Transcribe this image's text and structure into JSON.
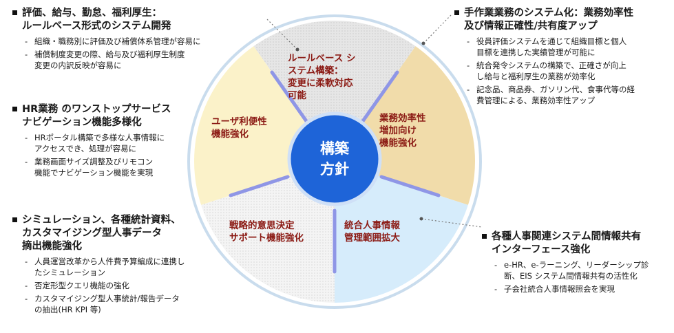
{
  "colors": {
    "top_segment": "#e3e3e3",
    "top_right_segment": "#f1dcaa",
    "bottom_right_segment": "#d6ecfb",
    "bottom_left_segment": "#ececec",
    "top_left_segment": "#fbf2c9",
    "divider": "#8f96e6",
    "ring": "#c9dced",
    "center": "#1e64d8",
    "label_text": "#8b1a14"
  },
  "center": {
    "line1": "構築",
    "line2": "方針"
  },
  "segments": {
    "top": [
      "ルールベース シ",
      "ステム構築：",
      "変更に柔軟対応",
      "可能"
    ],
    "top_right": [
      "業務効率性",
      "増加向け",
      "機能強化"
    ],
    "bottom_right": [
      "統合人事情報",
      "管理範囲拡大"
    ],
    "bottom_left": [
      "戦略的意思決定",
      "サポート機能強化"
    ],
    "top_left": [
      "ユーザ利便性",
      "機能強化"
    ]
  },
  "blocks": {
    "top_left": {
      "heading": [
        "評価、給与、勤怠、福利厚生：",
        "ルールベース形式のシステム開発"
      ],
      "items": [
        [
          "組織・職務別に評価及び補償体系管理が容易に"
        ],
        [
          "補償制度変更の際、給与及び福利厚生制度",
          "変更の内訳反映が容易に"
        ]
      ]
    },
    "middle_left": {
      "heading": [
        "HR業務 のワンストップサービス",
        "ナビゲーション機能多様化"
      ],
      "items": [
        [
          "HRポータル構築で多様な人事情報に",
          "アクセスでき、処理が容易に"
        ],
        [
          "業務画面サイズ調整及びリモコン",
          "機能でナビゲーション機能を実現"
        ]
      ]
    },
    "bottom_left": {
      "heading": [
        "シミュレーション、各種統計資料、",
        "カスタマイジング型人事データ",
        "摘出機能強化"
      ],
      "items": [
        [
          "人員運営改革から人件費予算編成に連携し",
          "たシミュレーション"
        ],
        [
          "否定形型クエリ機能の強化"
        ],
        [
          "カスタマイジング型人事統計/報告データ",
          "の抽出(HR KPI 等)"
        ]
      ]
    },
    "top_right": {
      "heading": [
        "手作業業務のシステム化：業務効率性",
        "及び情報正確性/共有度アップ"
      ],
      "items": [
        [
          "役員評価システムを通じて組織目標と個人",
          "目標を連携した実績管理が可能に"
        ],
        [
          "統合発令システムの構築で、正確さが向上",
          "し給与と福利厚生の業務が効率化"
        ],
        [
          "記念品、商品券、ガソリン代、食事代等の経",
          "費管理による、業務効率性アップ"
        ]
      ]
    },
    "bottom_right": {
      "heading": [
        "各種人事関連システム間情報共有",
        "インターフェース強化"
      ],
      "items": [
        [
          "e-HR、e-ラーニング、リーダーシップ診",
          "断、EIS システム間情報共有の活性化"
        ],
        [
          "子会社統合人事情報照会を実現"
        ]
      ]
    }
  }
}
